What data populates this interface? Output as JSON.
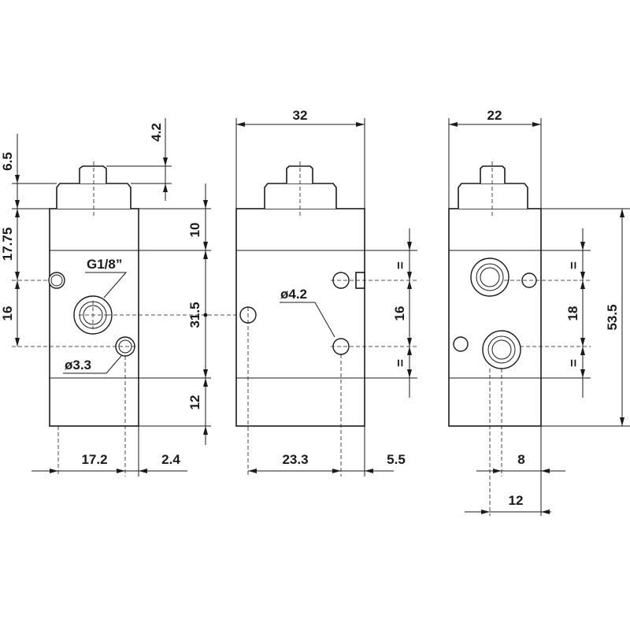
{
  "views": {
    "left": {
      "dims": {
        "d6_5": "6.5",
        "d4_2": "4.2",
        "d17_75": "17.75",
        "d16": "16",
        "d10": "10",
        "d31_5": "31.5",
        "d12": "12",
        "d17_2": "17.2",
        "d2_4": "2.4"
      },
      "labels": {
        "port": "G1/8”",
        "hole": "ø3.3"
      }
    },
    "middle": {
      "dims": {
        "d32": "32",
        "d16": "16",
        "d23_3": "23.3",
        "d5_5": "5.5",
        "eq1": "=",
        "eq2": "="
      },
      "labels": {
        "hole": "ø4.2"
      }
    },
    "right": {
      "dims": {
        "d22": "22",
        "d18": "18",
        "d53_5": "53.5",
        "d8": "8",
        "d12": "12",
        "eq1": "=",
        "eq2": "="
      }
    }
  }
}
